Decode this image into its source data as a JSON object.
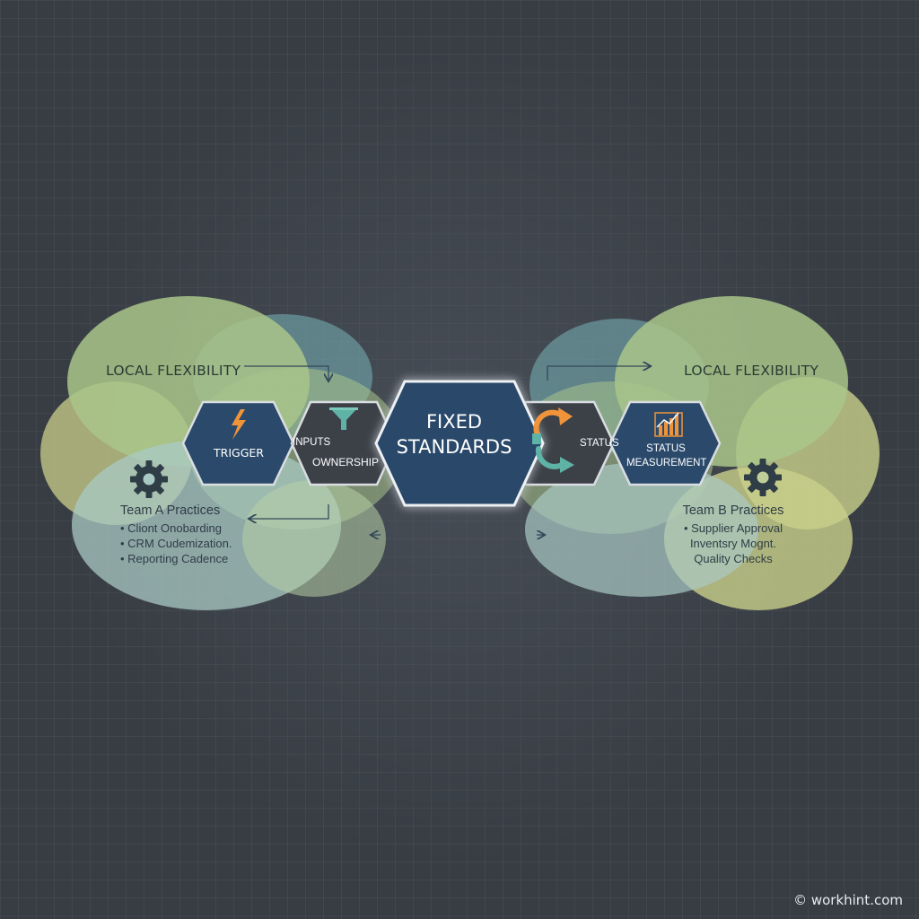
{
  "diagram": {
    "center": {
      "line1": "FIXED",
      "line2": "STANDARDS"
    },
    "steps": {
      "trigger": "TRIGGER",
      "inputs": "INPUTS",
      "ownership": "OWNERSHIP",
      "status_left": "STATUS",
      "status_right_1": "STATUS",
      "status_right_2": "MEASUREMENT"
    },
    "icons": {
      "trigger": "lightning-bolt-icon",
      "inputs": "funnel-icon",
      "status": "cycle-arrows-icon",
      "measurement": "bar-chart-trend-icon",
      "team": "gear-icon"
    },
    "left_zone": {
      "title": "LOCAL FLEXIBILITY",
      "team": {
        "heading": "Team A Practices",
        "items": [
          "Cliont Onobarding",
          "CRM Cudemization.",
          "Reporting Cadence"
        ]
      }
    },
    "right_zone": {
      "title": "LOCAL FLEXIBILITY",
      "team": {
        "heading": "Team B Practices",
        "items": [
          "• Supplier Approval",
          "Inventsry Mognt.",
          "Quality Checks"
        ]
      }
    },
    "watermark": "© workhint.com",
    "colors": {
      "background": "#383d44",
      "hex_navy": "#2b4a6b",
      "hex_dark": "#3c4148",
      "accent_orange": "#f0943a",
      "accent_teal": "#5fb3a6",
      "cloud_green": "#a9c58a",
      "cloud_teal": "#6fa3a7",
      "cloud_yellow": "#c9cf8a"
    }
  }
}
